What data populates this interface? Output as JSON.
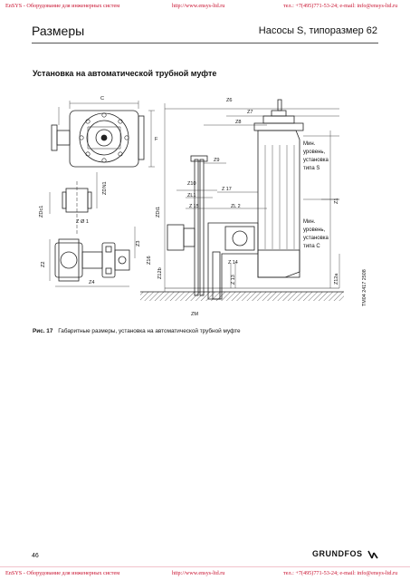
{
  "banner": {
    "left": "EnSYS - Оборудование для инженерных систем",
    "mid": "http://www.ensys-ltd.ru",
    "right": "тел.: +7(495)771-53-24; e-mail: info@ensys-ltd.ru"
  },
  "header": {
    "title": "Размеры",
    "subtitle": "Насосы S, типоразмер 62"
  },
  "section": {
    "title": "Установка на автоматической трубной муфте"
  },
  "drawing": {
    "labels": {
      "c": "C",
      "f": "F",
      "zdn1": "ZDN1",
      "zdc1": "ZDc1",
      "zo1": "Z Ø 1",
      "z2": "Z2",
      "z3": "Z3",
      "z4": "Z4",
      "z6": "Z6",
      "z7": "Z7",
      "z8": "Z8",
      "z9": "Z9",
      "z10": "Z10",
      "z17": "Z 17",
      "zl1": "ZL1",
      "z15": "Z 15",
      "zl2": "ZL 2",
      "z14": "Z 14",
      "z13": "Z 13",
      "z16": "Z16",
      "z12b": "Z12b",
      "zdt1": "ZDt1",
      "z1": "Z1",
      "z12a": "Z12a",
      "zm": "ZM",
      "code": "TM04 2417 2508"
    },
    "notes": {
      "s": [
        "Мин.",
        "уровень,",
        "установка",
        "типа S"
      ],
      "c": [
        "Мин.",
        "уровень,",
        "установка",
        "типа C"
      ]
    }
  },
  "caption": {
    "fig": "Рис. 17",
    "text": "Габаритные размеры, установка на автоматической трубной муфте"
  },
  "footer": {
    "page": "46",
    "logo": "GRUNDFOS"
  }
}
